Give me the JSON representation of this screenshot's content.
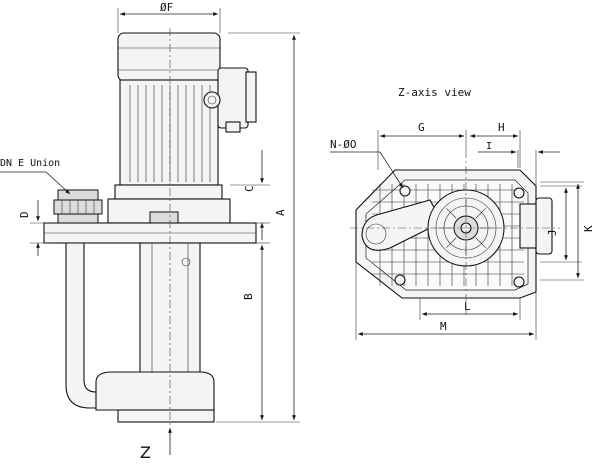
{
  "labels": {
    "phi_f": "ØF",
    "dn_e_union": "DN E Union",
    "z_axis_view": "Z-axis view",
    "n_phi_o": "N-ØO",
    "a": "A",
    "b": "B",
    "c": "C",
    "d": "D",
    "g": "G",
    "h": "H",
    "i": "I",
    "j": "J",
    "k": "K",
    "l": "L",
    "m": "M",
    "z": "Z"
  },
  "colors": {
    "line": "#111111",
    "fill": "#f4f4f4",
    "background": "#ffffff"
  },
  "icons": {
    "z_direction": "arrow-up-icon"
  }
}
